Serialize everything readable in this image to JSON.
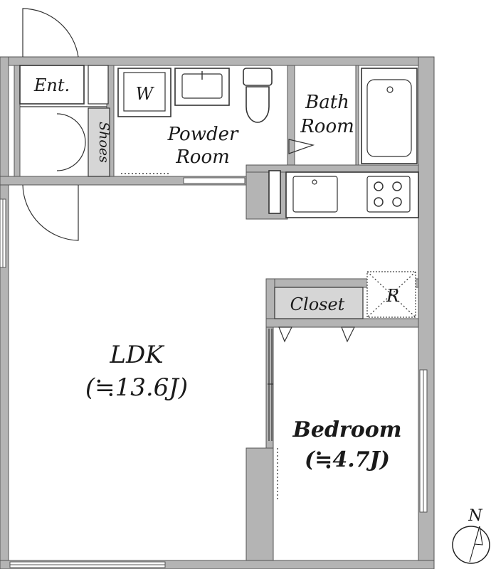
{
  "rooms": {
    "entrance": "Ent.",
    "shoes": "Shoes",
    "washer": "W",
    "powder_line1": "Powder",
    "powder_line2": "Room",
    "bath_line1": "Bath",
    "bath_line2": "Room",
    "closet": "Closet",
    "refrigerator": "R",
    "ldk_name": "LDK",
    "ldk_size": "(≒13.6J)",
    "bedroom_name": "Bedroom",
    "bedroom_size": "(≒4.7J)"
  },
  "compass": {
    "north": "N"
  },
  "colors": {
    "wall": "#b4b4b4",
    "outline": "#333333",
    "background": "#ffffff"
  }
}
